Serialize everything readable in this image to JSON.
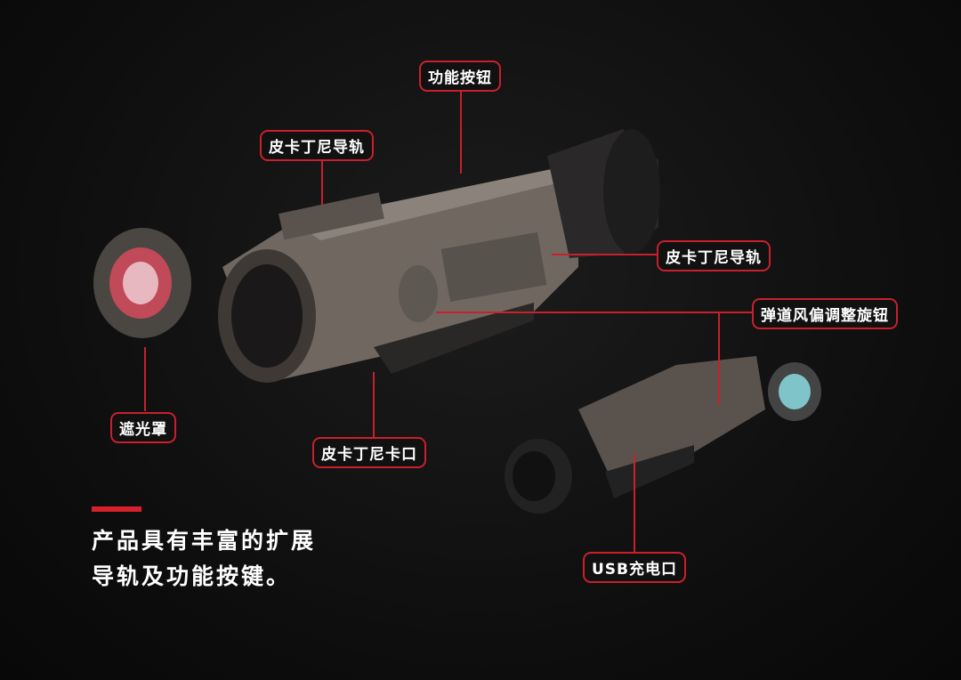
{
  "labels": {
    "function_buttons": "功能按钮",
    "picatinny_rail_top": "皮卡丁尼导轨",
    "picatinny_rail_side": "皮卡丁尼导轨",
    "windage_knob": "弹道风偏调整旋钮",
    "lens_cover": "遮光罩",
    "picatinny_mount": "皮卡丁尼卡口",
    "usb_port": "USB充电口"
  },
  "caption": {
    "line1": "产品具有丰富的扩展",
    "line2": "导轨及功能按键。"
  },
  "colors": {
    "accent": "#c8202c",
    "background": "#0e0e0e"
  }
}
